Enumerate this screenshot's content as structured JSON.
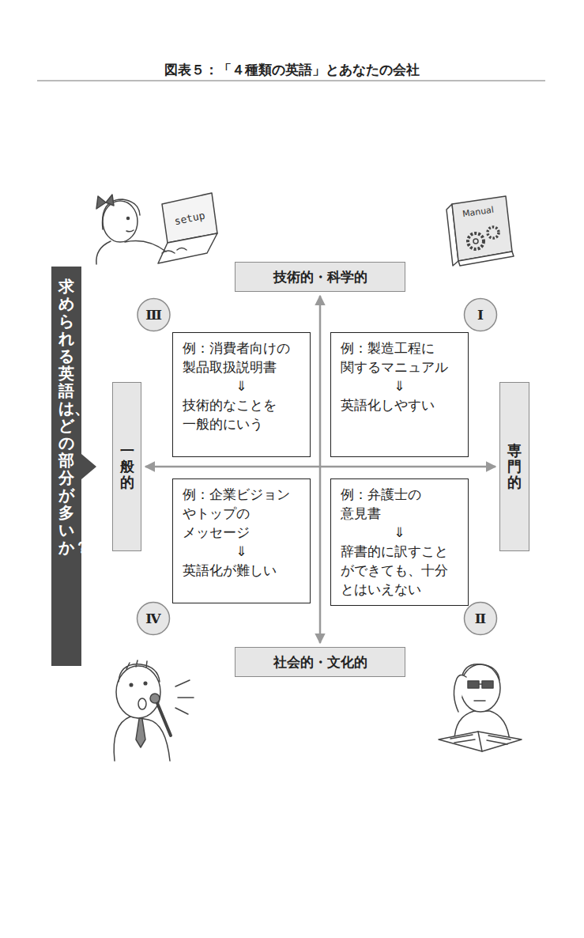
{
  "diagram": {
    "title": "図表５：「４種類の英語」とあなたの会社",
    "nodes": [
      {
        "text": [
          "技術的・科学的"
        ]
      },
      {
        "text": [
          "Ⅲ"
        ]
      },
      {
        "text": [
          "Ⅰ"
        ]
      },
      {
        "text": [
          "例：消費者向けの 製品取扱説明書",
          "⇓",
          "技術的なことを 一般的にいう"
        ]
      },
      {
        "text": [
          "例：製造工程に 関するマニュアル",
          "⇓",
          "英語化しやすい"
        ]
      },
      {
        "text": [
          "求められる英語は、どの部分が多いか？"
        ]
      },
      {
        "text": [
          "一般的"
        ]
      },
      {
        "text": [
          "専門的"
        ]
      },
      {
        "text": [
          "例：企業ビジョン やトップの メッセージ",
          "⇓",
          "英語化が難しい"
        ]
      },
      {
        "text": [
          "例：弁護士の 意見書",
          "⇓",
          "辞書的に訳すこと ができても、十分 とはいえない"
        ]
      },
      {
        "text": [
          "Ⅳ"
        ]
      },
      {
        "text": [
          "Ⅱ"
        ]
      },
      {
        "text": [
          "社会的・文化的"
        ]
      }
    ],
    "edges": [
      {
        "from": 0,
        "to": 12,
        "arrow": "both"
      },
      {
        "from": 6,
        "to": 7,
        "arrow": "both"
      }
    ],
    "labels": [
      "setup",
      "Manual"
    ]
  }
}
